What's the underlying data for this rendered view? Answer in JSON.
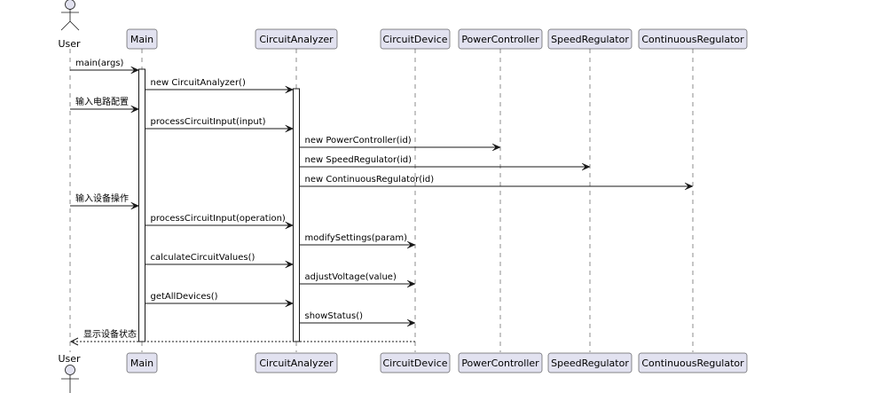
{
  "participants": [
    {
      "id": "user",
      "label": "User",
      "kind": "actor"
    },
    {
      "id": "main",
      "label": "Main",
      "kind": "participant"
    },
    {
      "id": "analyzer",
      "label": "CircuitAnalyzer",
      "kind": "participant"
    },
    {
      "id": "device",
      "label": "CircuitDevice",
      "kind": "participant"
    },
    {
      "id": "power",
      "label": "PowerController",
      "kind": "participant"
    },
    {
      "id": "speed",
      "label": "SpeedRegulator",
      "kind": "participant"
    },
    {
      "id": "continuous",
      "label": "ContinuousRegulator",
      "kind": "participant"
    }
  ],
  "messages": [
    {
      "from": "user",
      "to": "main",
      "label": "main(args)",
      "style": "solid"
    },
    {
      "from": "main",
      "to": "analyzer",
      "label": "new CircuitAnalyzer()",
      "style": "solid"
    },
    {
      "from": "user",
      "to": "main",
      "label": "输入电路配置",
      "style": "solid"
    },
    {
      "from": "main",
      "to": "analyzer",
      "label": "processCircuitInput(input)",
      "style": "solid"
    },
    {
      "from": "analyzer",
      "to": "power",
      "label": "new PowerController(id)",
      "style": "solid"
    },
    {
      "from": "analyzer",
      "to": "speed",
      "label": "new SpeedRegulator(id)",
      "style": "solid"
    },
    {
      "from": "analyzer",
      "to": "continuous",
      "label": "new ContinuousRegulator(id)",
      "style": "solid"
    },
    {
      "from": "user",
      "to": "main",
      "label": "输入设备操作",
      "style": "solid"
    },
    {
      "from": "main",
      "to": "analyzer",
      "label": "processCircuitInput(operation)",
      "style": "solid"
    },
    {
      "from": "analyzer",
      "to": "device",
      "label": "modifySettings(param)",
      "style": "solid"
    },
    {
      "from": "main",
      "to": "analyzer",
      "label": "calculateCircuitValues()",
      "style": "solid"
    },
    {
      "from": "analyzer",
      "to": "device",
      "label": "adjustVoltage(value)",
      "style": "solid"
    },
    {
      "from": "main",
      "to": "analyzer",
      "label": "getAllDevices()",
      "style": "solid"
    },
    {
      "from": "analyzer",
      "to": "device",
      "label": "showStatus()",
      "style": "solid"
    },
    {
      "from": "device",
      "to": "user",
      "label": "显示设备状态",
      "style": "dashed"
    }
  ],
  "activations": [
    {
      "participant": "main",
      "from_message": 0,
      "to_message": 14
    },
    {
      "participant": "analyzer",
      "from_message": 1,
      "to_message": 14
    }
  ]
}
